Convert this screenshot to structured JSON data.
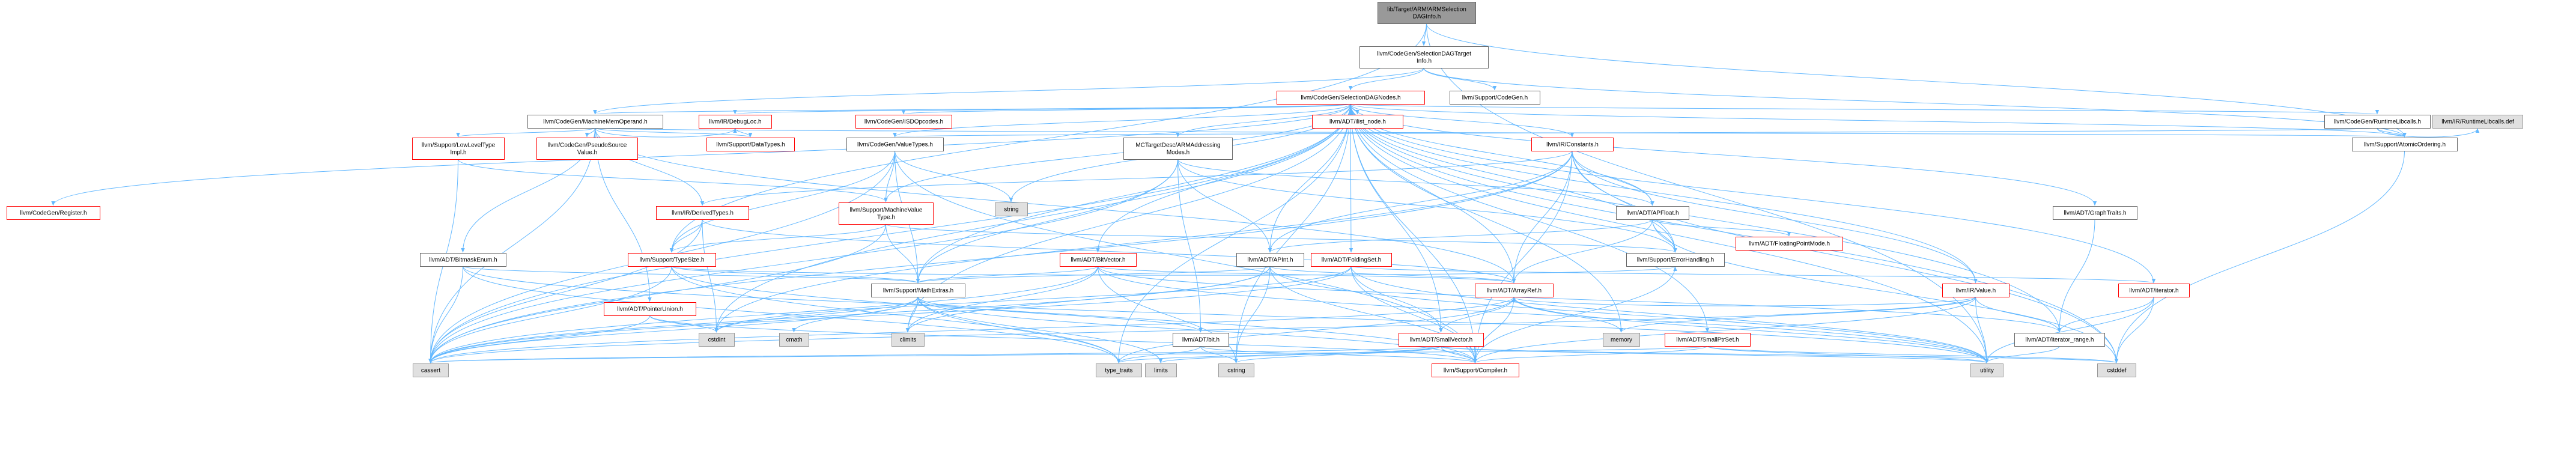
{
  "colors": {
    "edge": "#63b8ff",
    "focus_fill": "#999999",
    "focus_border": "#666666",
    "normal_fill": "#ffffff",
    "normal_border": "#666666",
    "truncated_border": "#ff0000",
    "external_fill": "#e0e0e0",
    "external_border": "#999999"
  },
  "nodes": [
    {
      "id": "n0",
      "label": [
        "llvm/CodeGen/Register.h"
      ],
      "kind": "truncated"
    },
    {
      "id": "n1",
      "label": [
        "llvm/Support/LowLevelType",
        "Impl.h"
      ],
      "kind": "truncated"
    },
    {
      "id": "n2",
      "label": [
        "llvm/CodeGen/PseudoSource",
        "Value.h"
      ],
      "kind": "truncated"
    },
    {
      "id": "n3",
      "label": [
        "llvm/IR/DerivedTypes.h"
      ],
      "kind": "truncated"
    },
    {
      "id": "n4",
      "label": [
        "llvm/Support/TypeSize.h"
      ],
      "kind": "truncated"
    },
    {
      "id": "n5",
      "label": [
        "llvm/ADT/BitmaskEnum.h"
      ],
      "kind": "normal"
    },
    {
      "id": "n6",
      "label": [
        "llvm/ADT/PointerUnion.h"
      ],
      "kind": "truncated"
    },
    {
      "id": "n7",
      "label": [
        "llvm/Support/MathExtras.h"
      ],
      "kind": "normal"
    },
    {
      "id": "n8",
      "label": [
        "llvm/ADT/bit.h"
      ],
      "kind": "normal"
    },
    {
      "id": "n9",
      "label": [
        "llvm/ADT/BitVector.h"
      ],
      "kind": "truncated"
    },
    {
      "id": "n10",
      "label": [
        "llvm/ADT/APInt.h"
      ],
      "kind": "normal"
    },
    {
      "id": "n11",
      "label": [
        "llvm/ADT/FoldingSet.h"
      ],
      "kind": "truncated"
    },
    {
      "id": "n12",
      "label": [
        "llvm/ADT/ArrayRef.h"
      ],
      "kind": "truncated"
    },
    {
      "id": "n13",
      "label": [
        "llvm/ADT/SmallVector.h"
      ],
      "kind": "truncated"
    },
    {
      "id": "n14",
      "label": [
        "llvm/Support/Compiler.h"
      ],
      "kind": "truncated"
    },
    {
      "id": "n15",
      "label": [
        "llvm/ADT/SmallPtrSet.h"
      ],
      "kind": "truncated"
    },
    {
      "id": "n16",
      "label": [
        "llvm/IR/Value.h"
      ],
      "kind": "truncated"
    },
    {
      "id": "n17",
      "label": [
        "llvm/ADT/iterator.h"
      ],
      "kind": "truncated"
    },
    {
      "id": "n18",
      "label": [
        "llvm/ADT/iterator_range.h"
      ],
      "kind": "normal"
    },
    {
      "id": "n19",
      "label": [
        "llvm/Support/ErrorHandling.h"
      ],
      "kind": "normal"
    },
    {
      "id": "n20",
      "label": [
        "llvm/ADT/FloatingPointMode.h"
      ],
      "kind": "truncated"
    },
    {
      "id": "n21",
      "label": [
        "llvm/ADT/APFloat.h"
      ],
      "kind": "normal"
    },
    {
      "id": "n22",
      "label": [
        "llvm/IR/Constants.h"
      ],
      "kind": "truncated"
    },
    {
      "id": "n23",
      "label": [
        "llvm/ADT/GraphTraits.h"
      ],
      "kind": "normal"
    },
    {
      "id": "n24",
      "label": [
        "llvm/CodeGen/RuntimeLibcalls.h"
      ],
      "kind": "normal"
    },
    {
      "id": "n25",
      "label": [
        "llvm/Support/AtomicOrdering.h"
      ],
      "kind": "normal"
    },
    {
      "id": "n26",
      "label": [
        "llvm/IR/RuntimeLibcalls.def"
      ],
      "kind": "external"
    },
    {
      "id": "n27",
      "label": [
        "llvm/CodeGen/MachineMemOperand.h"
      ],
      "kind": "normal"
    },
    {
      "id": "n28",
      "label": [
        "llvm/IR/DebugLoc.h"
      ],
      "kind": "truncated"
    },
    {
      "id": "n29",
      "label": [
        "llvm/Support/DataTypes.h"
      ],
      "kind": "truncated"
    },
    {
      "id": "n30",
      "label": [
        "llvm/CodeGen/ISDOpcodes.h"
      ],
      "kind": "truncated"
    },
    {
      "id": "n31",
      "label": [
        "llvm/CodeGen/ValueTypes.h"
      ],
      "kind": "normal"
    },
    {
      "id": "n32",
      "label": [
        "llvm/Support/MachineValue",
        "Type.h"
      ],
      "kind": "truncated"
    },
    {
      "id": "n33",
      "label": [
        "llvm/ADT/ilist_node.h"
      ],
      "kind": "truncated"
    },
    {
      "id": "n34",
      "label": [
        "MCTargetDesc/ARMAddressing",
        "Modes.h"
      ],
      "kind": "normal"
    },
    {
      "id": "n35",
      "label": [
        "llvm/CodeGen/SelectionDAGNodes.h"
      ],
      "kind": "truncated"
    },
    {
      "id": "n36",
      "label": [
        "llvm/Support/CodeGen.h"
      ],
      "kind": "normal"
    },
    {
      "id": "n37",
      "label": [
        "llvm/CodeGen/SelectionDAGTarget",
        "Info.h"
      ],
      "kind": "normal"
    },
    {
      "id": "n38",
      "label": [
        "lib/Target/ARM/ARMSelection",
        "DAGInfo.h"
      ],
      "kind": "focus"
    },
    {
      "id": "n39",
      "label": [
        "string"
      ],
      "kind": "external"
    },
    {
      "id": "n40",
      "label": [
        "cmath"
      ],
      "kind": "external"
    },
    {
      "id": "n41",
      "label": [
        "cstdint"
      ],
      "kind": "external"
    },
    {
      "id": "n42",
      "label": [
        "climits"
      ],
      "kind": "external"
    },
    {
      "id": "n43",
      "label": [
        "cassert"
      ],
      "kind": "external"
    },
    {
      "id": "n44",
      "label": [
        "type_traits"
      ],
      "kind": "external"
    },
    {
      "id": "n45",
      "label": [
        "limits"
      ],
      "kind": "external"
    },
    {
      "id": "n46",
      "label": [
        "cstring"
      ],
      "kind": "external"
    },
    {
      "id": "n47",
      "label": [
        "memory"
      ],
      "kind": "external"
    },
    {
      "id": "n48",
      "label": [
        "utility"
      ],
      "kind": "external"
    },
    {
      "id": "n49",
      "label": [
        "cstddef"
      ],
      "kind": "external"
    }
  ]
}
